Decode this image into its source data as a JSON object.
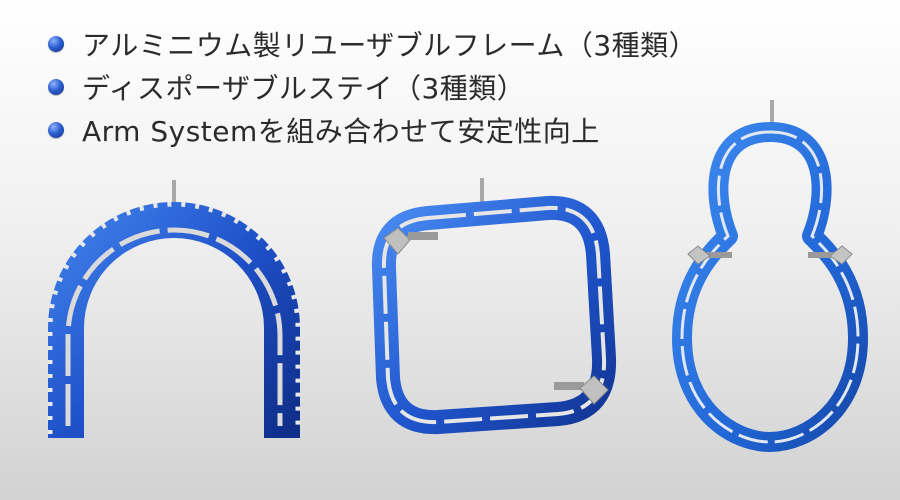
{
  "features": [
    "アルミニウム製リユーザブルフレーム（3種類）",
    "ディスポーザブルステイ（3種類）",
    "Arm Systemを組み合わせて安定性向上"
  ],
  "bullet_color": "#2d5fd0",
  "frame_color": "#1e50c8",
  "frame_highlight": "#3f8cf0",
  "products": [
    {
      "name": "horseshoe-frame"
    },
    {
      "name": "square-frame"
    },
    {
      "name": "figure8-frame"
    }
  ]
}
